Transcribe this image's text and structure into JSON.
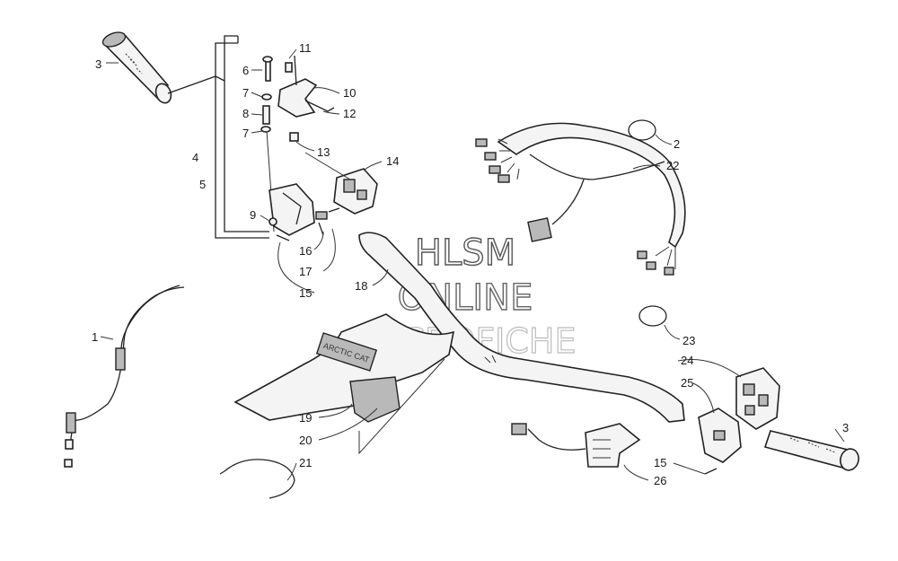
{
  "watermark": {
    "line1": "HLSM",
    "line2": "ONLINE",
    "line3": "MICROFICHE"
  },
  "badge_text": "ARCTIC CAT",
  "callouts": {
    "c3a": "3",
    "c6": "6",
    "c11": "11",
    "c7a": "7",
    "c10": "10",
    "c8": "8",
    "c12": "12",
    "c7b": "7",
    "c13": "13",
    "c4": "4",
    "c14": "14",
    "c5": "5",
    "c9": "9",
    "c16": "16",
    "c17": "17",
    "c15a": "15",
    "c18": "18",
    "c2": "2",
    "c22": "22",
    "c1": "1",
    "c23": "23",
    "c24": "24",
    "c25": "25",
    "c3b": "3",
    "c19": "19",
    "c20": "20",
    "c21": "21",
    "c15b": "15",
    "c26": "26"
  }
}
